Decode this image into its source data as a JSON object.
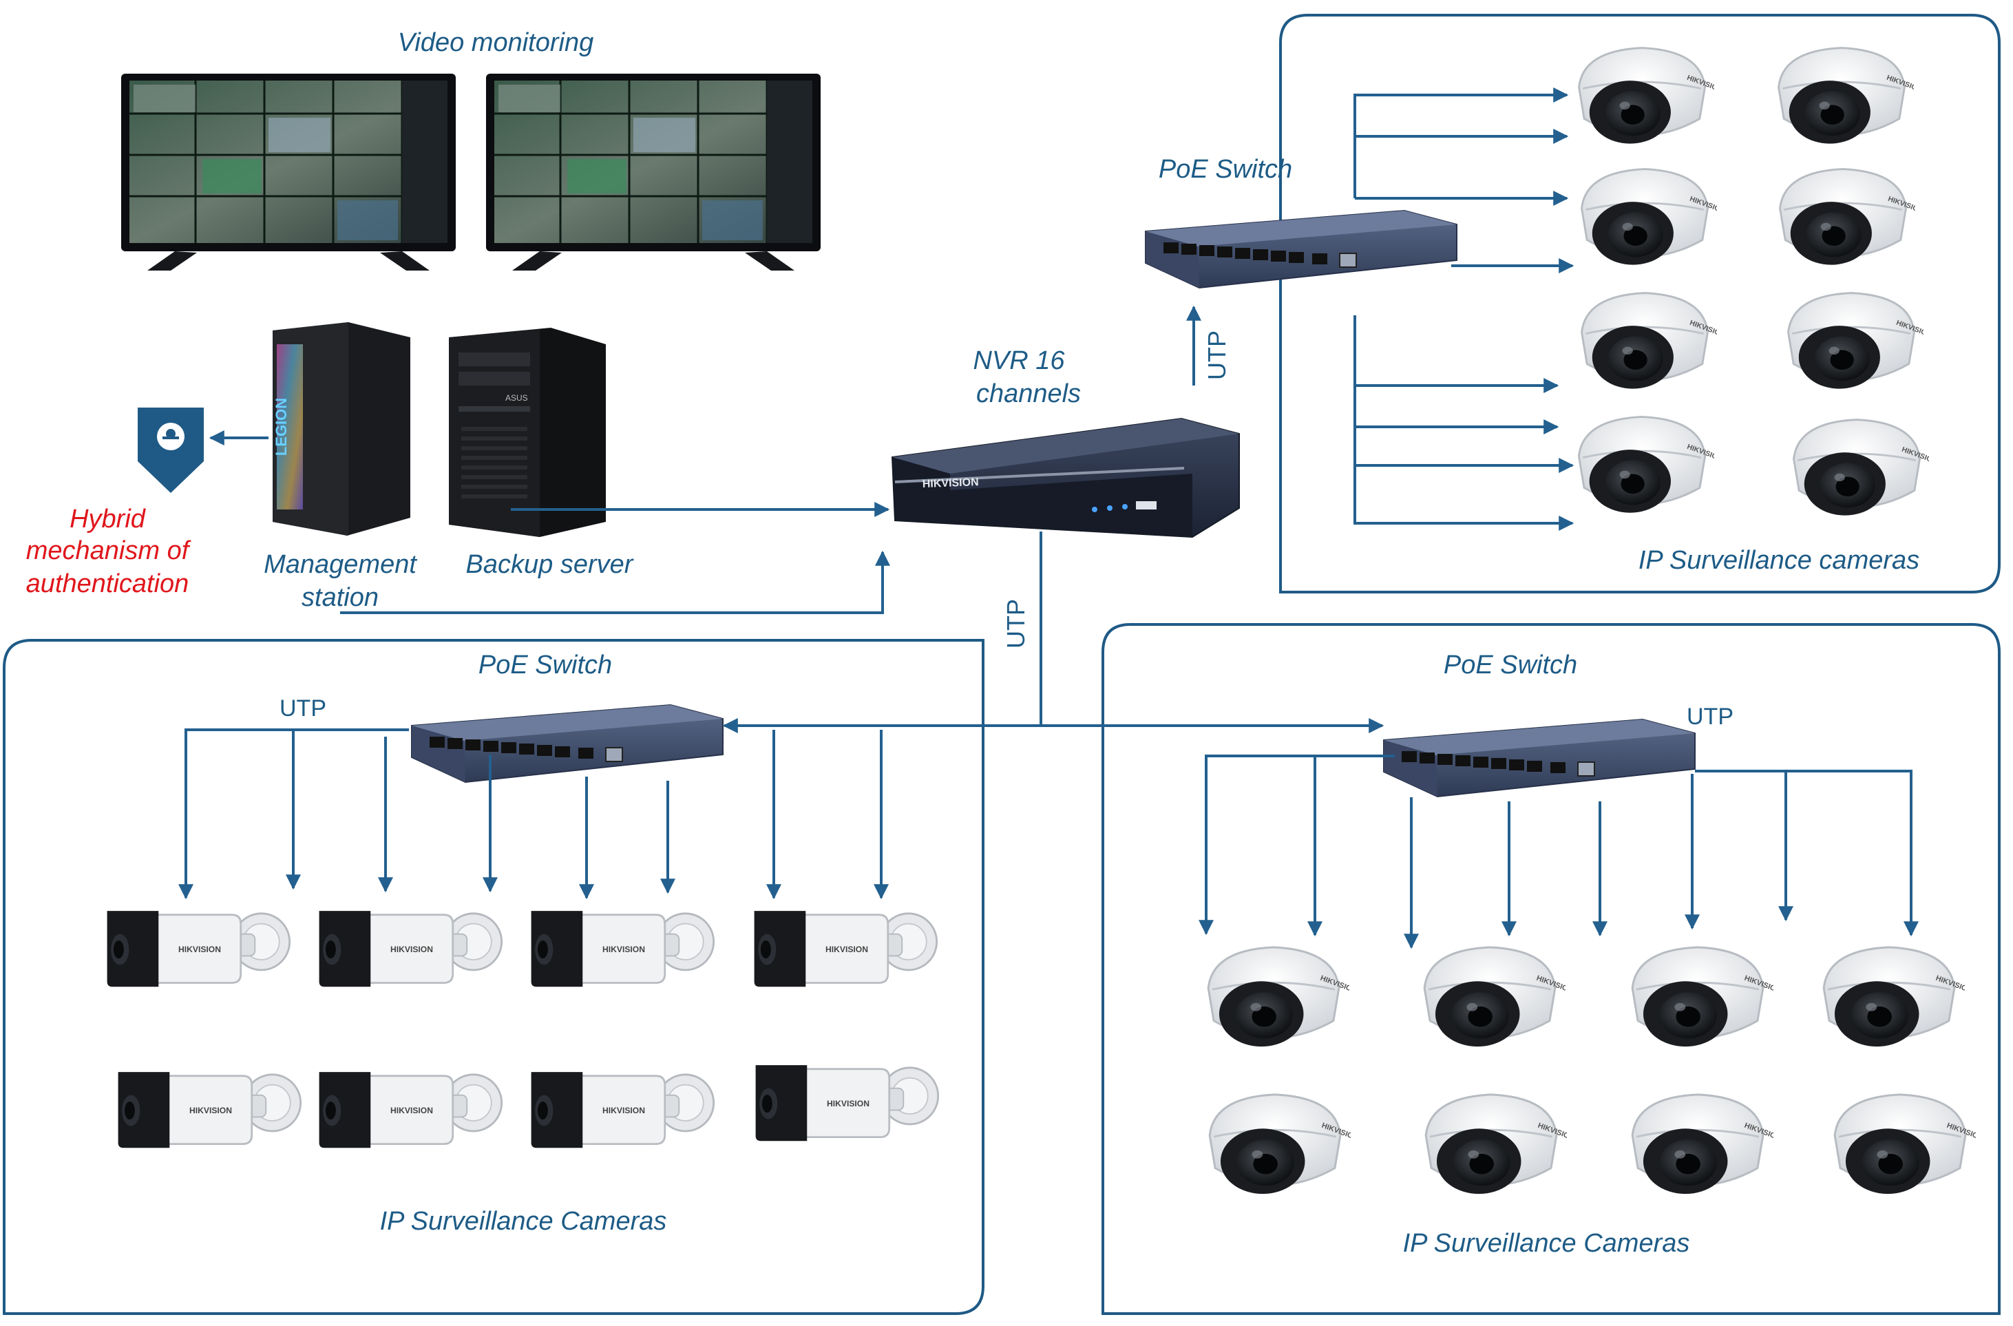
{
  "labels": {
    "video_monitoring": "Video monitoring",
    "poe_switch_top": "PoE Switch",
    "nvr_line1": "NVR 16",
    "nvr_line2": "channels",
    "utp_nvr_to_top_switch": "UTP",
    "utp_nvr_down": "UTP",
    "utp_left_switch": "UTP",
    "utp_right_switch": "UTP",
    "poe_switch_left": "PoE Switch",
    "poe_switch_right": "PoE Switch",
    "ip_cameras_top": "IP Surveillance cameras",
    "ip_cameras_left": "IP Surveillance Cameras",
    "ip_cameras_right": "IP Surveillance Cameras",
    "management_line1": "Management",
    "management_line2": "station",
    "backup_server": "Backup server",
    "auth_line1": "Hybrid",
    "auth_line2": "mechanism of",
    "auth_line3": "authentication"
  },
  "brands": {
    "camera": "HIKVISION",
    "nvr": "HIKVISION",
    "pc": "LEGION",
    "server": "ASUS"
  },
  "colors": {
    "accent_blue": "#1d5b86",
    "auth_red": "#e0161b"
  },
  "icons": {
    "auth": "shield-pin-icon"
  }
}
